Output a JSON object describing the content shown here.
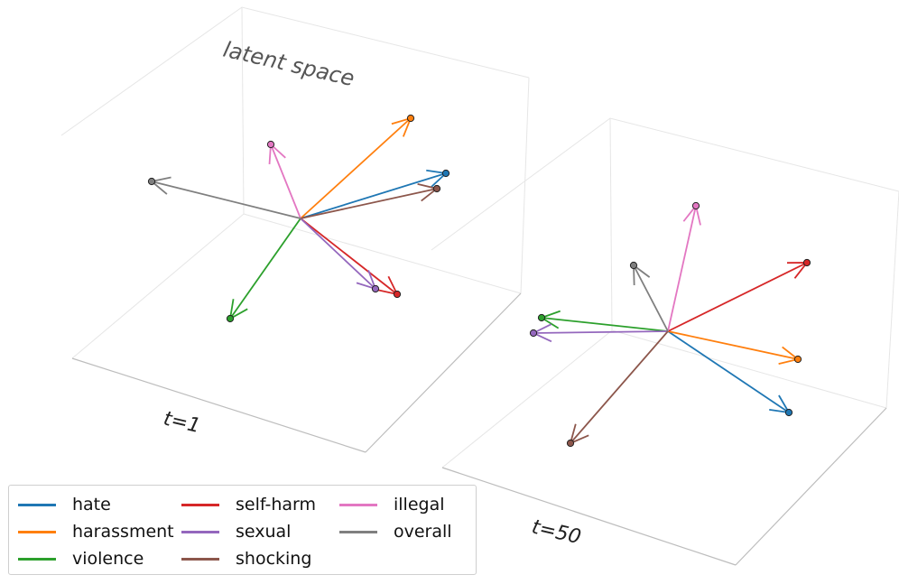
{
  "panels": {
    "left_label": "t=1",
    "right_label": "t=50",
    "space_label": "latent space"
  },
  "categories": [
    {
      "key": "hate",
      "label": "hate",
      "color": "#1f77b4"
    },
    {
      "key": "harassment",
      "label": "harassment",
      "color": "#ff7f0e"
    },
    {
      "key": "violence",
      "label": "violence",
      "color": "#2ca02c"
    },
    {
      "key": "self_harm",
      "label": "self-harm",
      "color": "#d62728"
    },
    {
      "key": "sexual",
      "label": "sexual",
      "color": "#9467bd"
    },
    {
      "key": "shocking",
      "label": "shocking",
      "color": "#8c564b"
    },
    {
      "key": "illegal",
      "label": "illegal",
      "color": "#e377c2"
    },
    {
      "key": "overall",
      "label": "overall",
      "color": "#7f7f7f"
    }
  ]
}
